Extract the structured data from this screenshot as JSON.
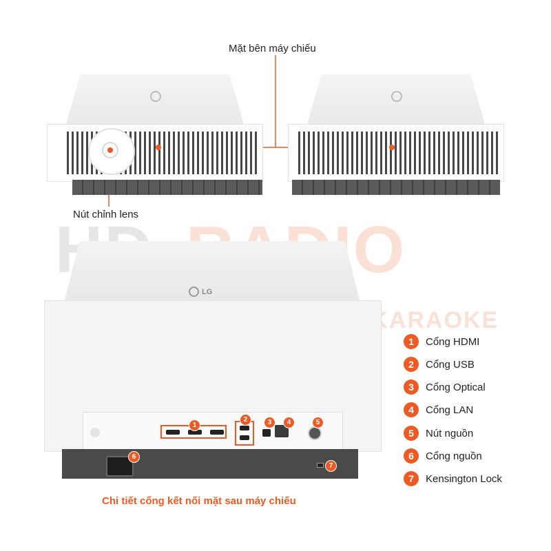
{
  "labels": {
    "side_view": "Mặt bên máy chiếu",
    "lens_knob": "Nút chỉnh lens",
    "caption": "Chi tiết cổng kết nối mặt sau máy chiếu"
  },
  "brand": {
    "logo_text": "LG",
    "logo_text_small": "LG"
  },
  "watermark": {
    "title_left": "HD",
    "title_right": "RADIO",
    "subtitle": "AUDIO - HOME CINEMA - KARAOKE"
  },
  "legend": [
    {
      "num": "1",
      "text": "Cổng HDMI"
    },
    {
      "num": "2",
      "text": "Cổng USB"
    },
    {
      "num": "3",
      "text": "Cổng Optical"
    },
    {
      "num": "4",
      "text": "Cổng LAN"
    },
    {
      "num": "5",
      "text": "Nút nguồn"
    },
    {
      "num": "6",
      "text": "Cổng nguồn"
    },
    {
      "num": "7",
      "text": "Kensington Lock"
    }
  ],
  "colors": {
    "accent": "#ee5a24",
    "dark_base": "#4a4a4a"
  }
}
